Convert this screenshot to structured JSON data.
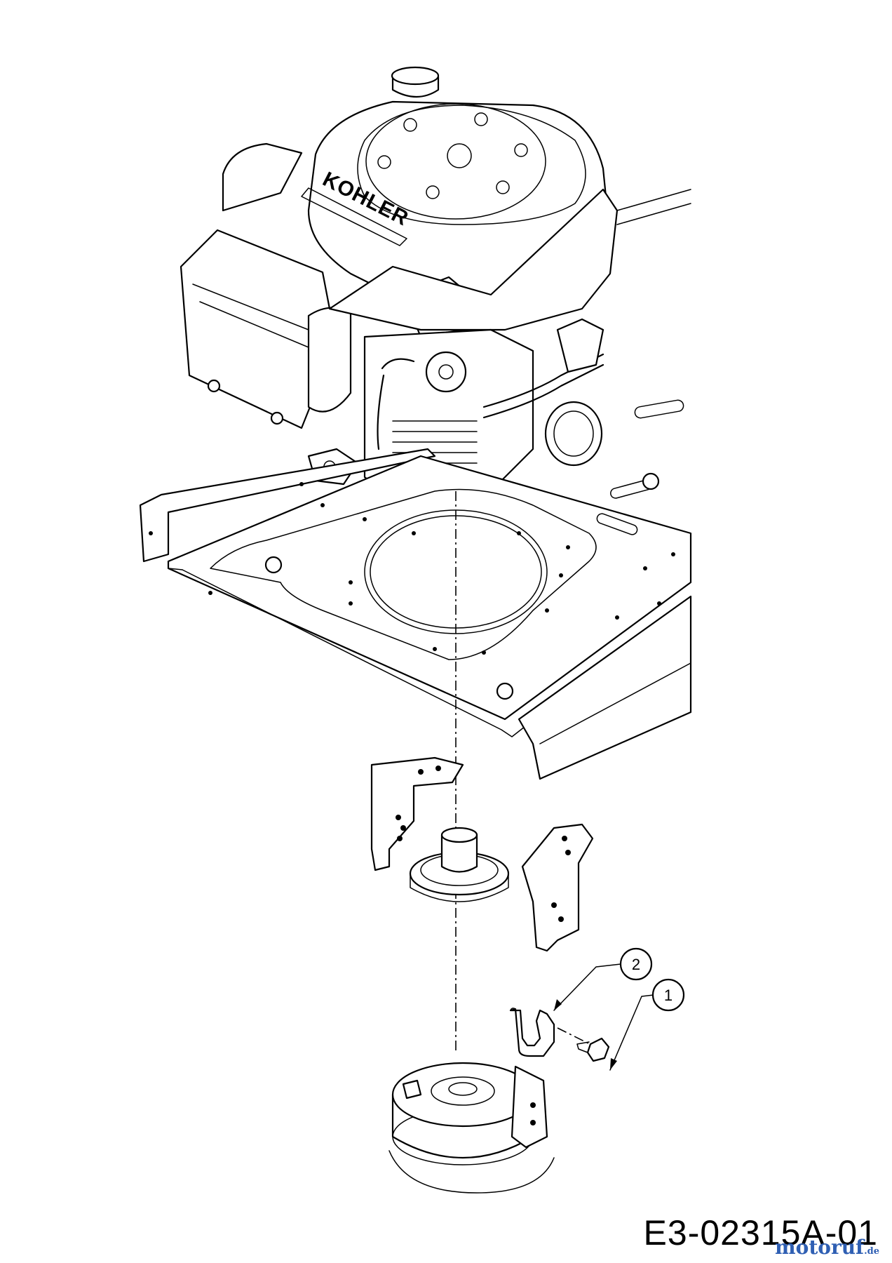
{
  "engine": {
    "brand_label": "KOHLER"
  },
  "callouts": [
    {
      "number": "1",
      "part": "bolt"
    },
    {
      "number": "2",
      "part": "bracket"
    }
  ],
  "drawing_code": "E3-02315A-01",
  "watermark": {
    "name": "motoruf",
    "tld": ".de"
  }
}
